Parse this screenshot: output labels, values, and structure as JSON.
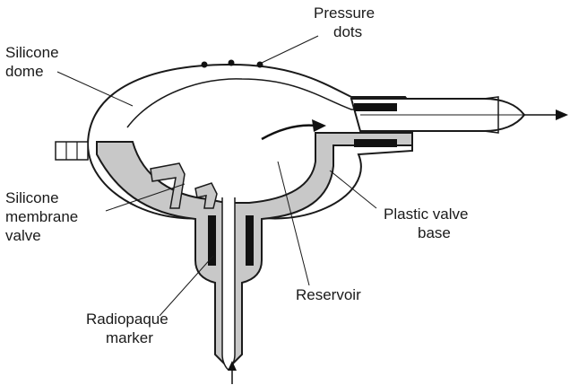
{
  "labels": {
    "pressure_dots": [
      "Pressure",
      "dots"
    ],
    "silicone_dome": [
      "Silicone",
      "dome"
    ],
    "silicone_membrane_valve": [
      "Silicone",
      "membrane",
      "valve"
    ],
    "plastic_valve_base": [
      "Plastic valve",
      "base"
    ],
    "reservoir": [
      "Reservoir"
    ],
    "radiopaque_marker": [
      "Radiopaque",
      "marker"
    ]
  },
  "colors": {
    "outline": "#1a1a1a",
    "base_fill": "#c8c8c8",
    "marker_fill": "#111111",
    "background": "#ffffff"
  }
}
